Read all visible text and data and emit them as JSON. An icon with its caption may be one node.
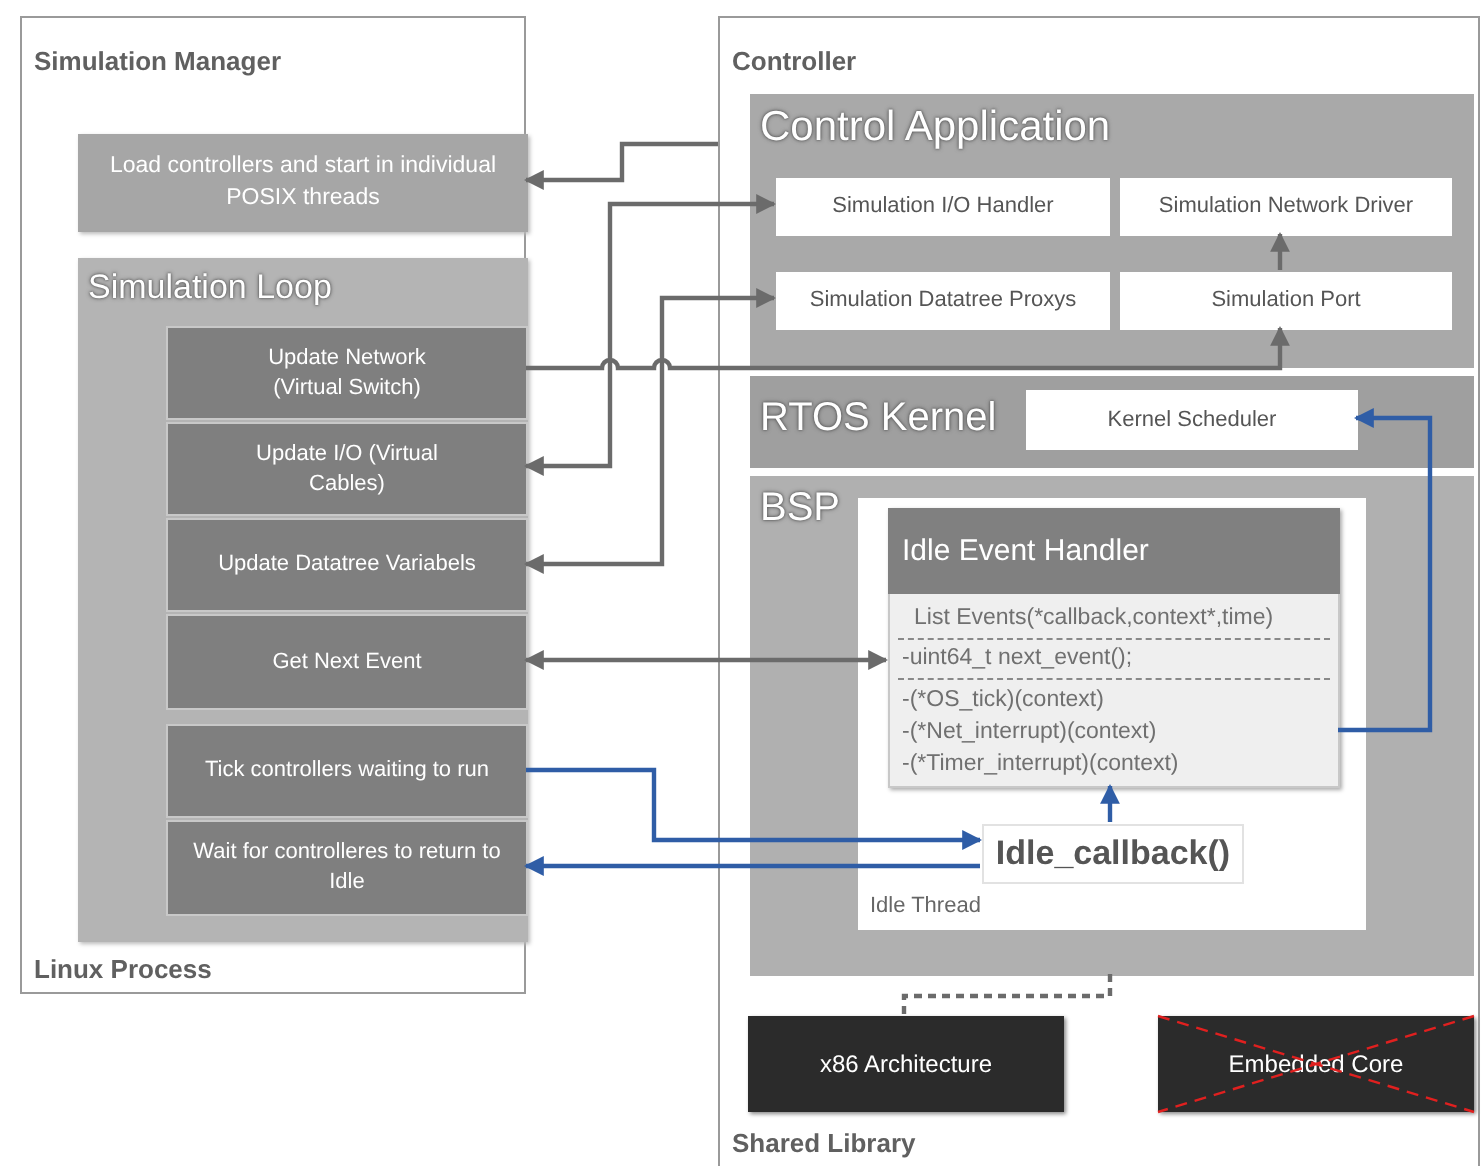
{
  "diagram": {
    "nodes": [
      {
        "text": [
          "Simulation Manager",
          "Linux Process"
        ]
      },
      {
        "text": [
          "Load controllers and start in individual POSIX threads"
        ],
        "in": 0
      },
      {
        "text": [
          "Simulation Loop"
        ],
        "in": 0
      },
      {
        "text": [
          "Update Network (Virtual Switch)"
        ],
        "in": 2
      },
      {
        "text": [
          "Update I/O (Virtual Cables)"
        ],
        "in": 2
      },
      {
        "text": [
          "Update Datatree Variabels"
        ],
        "in": 2
      },
      {
        "text": [
          "Get Next Event"
        ],
        "in": 2
      },
      {
        "text": [
          "Tick controllers waiting to run"
        ],
        "in": 2
      },
      {
        "text": [
          "Wait for controlleres to return to Idle"
        ],
        "in": 2
      },
      {
        "text": [
          "Controller",
          "Shared Library"
        ]
      },
      {
        "text": [
          "Control Application"
        ],
        "in": 9
      },
      {
        "text": [
          "Simulation I/O Handler"
        ],
        "in": 10
      },
      {
        "text": [
          "Simulation Network Driver"
        ],
        "in": 10
      },
      {
        "text": [
          "Simulation Datatree Proxys"
        ],
        "in": 10
      },
      {
        "text": [
          "Simulation Port"
        ],
        "in": 10
      },
      {
        "text": [
          "RTOS Kernel"
        ],
        "in": 9
      },
      {
        "text": [
          "Kernel Scheduler"
        ],
        "in": 15
      },
      {
        "text": [
          "BSP"
        ],
        "in": 9
      },
      {
        "text": [
          "Idle Thread"
        ],
        "in": 17
      },
      {
        "text": [
          "Idle Event Handler",
          "List Events(*callback,context*,time)",
          "-uint64_t next_event();",
          "-(*OS_tick)(context)",
          "-(*Net_interrupt)(context)",
          "-(*Timer_interrupt)(context)"
        ],
        "in": 18
      },
      {
        "text": [
          "Idle_callback()"
        ],
        "in": 18
      },
      {
        "text": [
          "x86 Architecture"
        ],
        "in": 9
      },
      {
        "text": [
          "Embedded Core"
        ],
        "in": 9
      }
    ],
    "edges": [
      {
        "from": 9,
        "to": 1,
        "arrow": "to"
      },
      {
        "from": 11,
        "to": 4,
        "arrow": "both"
      },
      {
        "from": 13,
        "to": 5,
        "arrow": "both"
      },
      {
        "from": 3,
        "to": 14,
        "arrow": "to"
      },
      {
        "from": 6,
        "to": 19,
        "arrow": "both"
      },
      {
        "from": 14,
        "to": 12,
        "arrow": "to"
      },
      {
        "from": 7,
        "to": 20,
        "arrow": "to",
        "color": "#2f5da6"
      },
      {
        "from": 20,
        "to": 8,
        "arrow": "to",
        "color": "#2f5da6"
      },
      {
        "from": 20,
        "to": 19,
        "arrow": "to",
        "color": "#2f5da6"
      },
      {
        "from": 19,
        "to": 16,
        "arrow": "to",
        "color": "#2f5da6"
      },
      {
        "from": 17,
        "to": 21,
        "arrow": "none",
        "style": "dashed"
      }
    ]
  }
}
